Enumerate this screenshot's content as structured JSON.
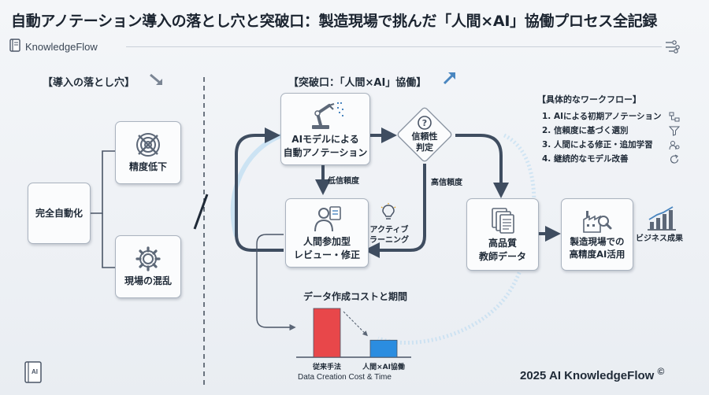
{
  "title": "自動アノテーション導入の落とし穴と突破口：製造現場で挑んだ「人間×AI」協働プロセス全記録",
  "brand": "KnowledgeFlow",
  "left_section": {
    "heading": "【導入の落とし穴】",
    "root": "完全自動化",
    "branch_top": "精度低下",
    "branch_bottom": "現場の混乱"
  },
  "right_section": {
    "heading": "【突破口：「人間×AI」協働】",
    "ai_model": [
      "AIモデルによる",
      "自動アノテーション"
    ],
    "decision": [
      "信頼性",
      "判定"
    ],
    "low_conf": "低信頼度",
    "high_conf": "高信頼度",
    "human_review": [
      "人間参加型",
      "レビュー・修正"
    ],
    "active_learning": [
      "アクティブ",
      "ラーニング"
    ],
    "teacher_data": [
      "高品質",
      "教師データ"
    ],
    "manufacturing": [
      "製造現場での",
      "高精度AI活用"
    ],
    "business": "ビジネス成果"
  },
  "workflow": {
    "title": "【具体的なワークフロー】",
    "steps": [
      "1. AIによる初期アノテーション",
      "2. 信頼度に基づく選別",
      "3. 人間による修正・追加学習",
      "4. 継続的なモデル改善"
    ]
  },
  "cost_chart": {
    "title": "データ作成コストと期間",
    "subtitle": "Data Creation Cost & Time",
    "categories": [
      "従来手法",
      "人間×AI協働"
    ],
    "values": [
      100,
      35
    ],
    "colors": [
      "#e8474a",
      "#2b8de0"
    ]
  },
  "footer": "2025 AI KnowledgeFlow",
  "footer_mark": "©",
  "icon_text": "AI"
}
